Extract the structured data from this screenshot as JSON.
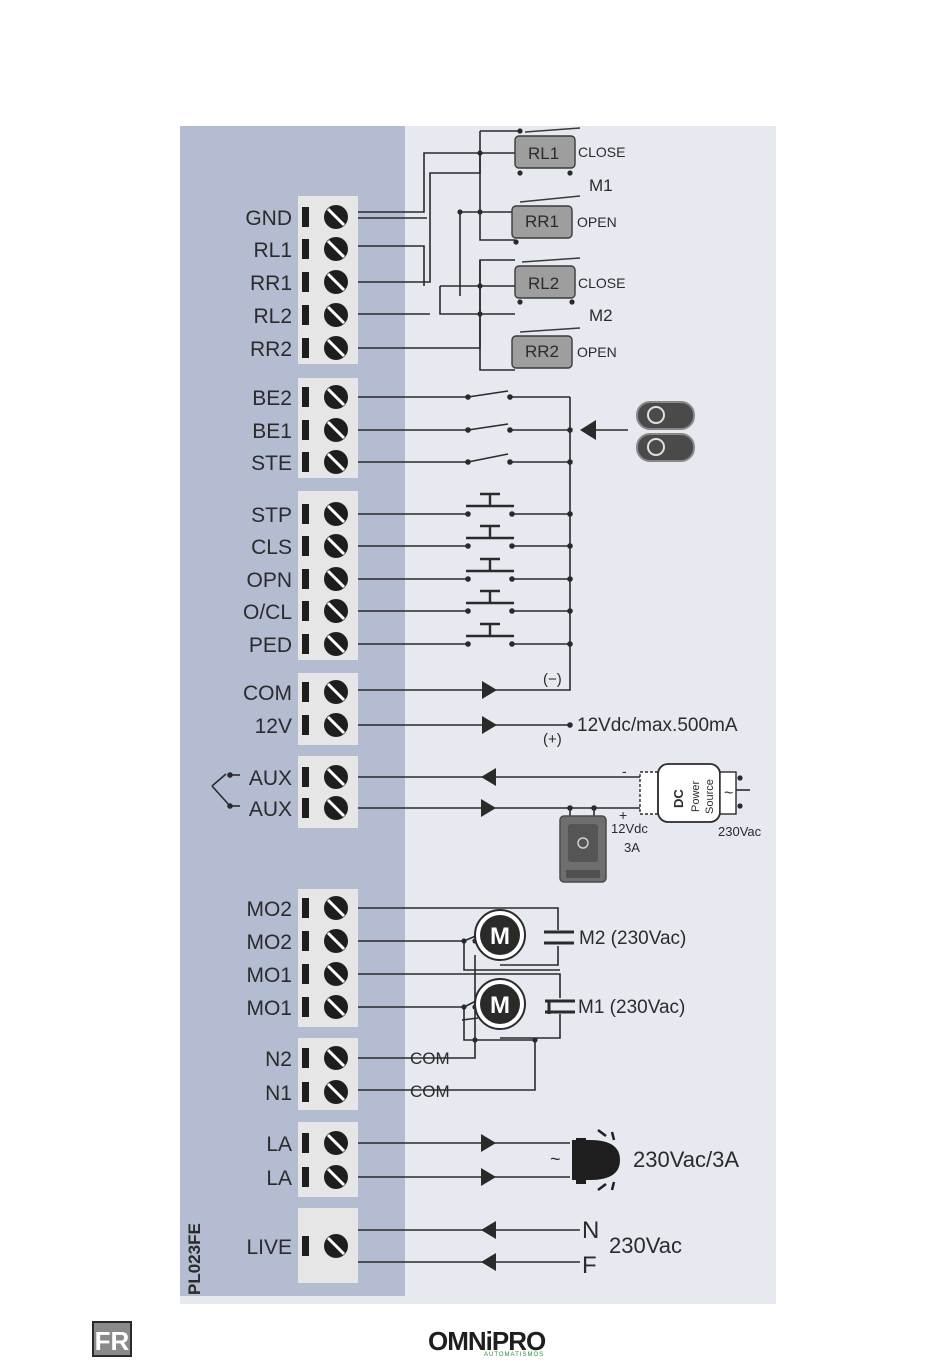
{
  "board": {
    "model": "PL023FE"
  },
  "terminals": {
    "t01": "GND",
    "t02": "RL1",
    "t03": "RR1",
    "t04": "RL2",
    "t05": "RR2",
    "t06": "BE2",
    "t07": "BE1",
    "t08": "STE",
    "t09": "STP",
    "t10": "CLS",
    "t11": "OPN",
    "t12": "O/CL",
    "t13": "PED",
    "t14": "COM",
    "t15": "12V",
    "t16": "AUX",
    "t17": "AUX",
    "t18": "MO2",
    "t19": "MO2",
    "t20": "MO1",
    "t21": "MO1",
    "t22": "N2",
    "t23": "N1",
    "t24": "LA",
    "t25": "LA",
    "t26": "LIVE"
  },
  "limit_switches": {
    "rl1": "RL1",
    "rl1_func": "CLOSE",
    "m1": "M1",
    "rr1": "RR1",
    "rr1_func": "OPEN",
    "rl2": "RL2",
    "rl2_func": "CLOSE",
    "m2": "M2",
    "rr2": "RR2",
    "rr2_func": "OPEN"
  },
  "power_out": {
    "minus": "(−)",
    "plus": "(+)",
    "spec": "12Vdc/max.500mA"
  },
  "dc_supply": {
    "line1": "DC",
    "line2": "Power",
    "line3": "Source",
    "minus_sign": "-",
    "plus_sign": "+",
    "out_volt": "12Vdc",
    "out_amp": "3A",
    "in_volt": "230Vac",
    "ac_symbol": "~"
  },
  "motors": {
    "m2_label": "M2 (230Vac)",
    "m1_label": "M1 (230Vac)",
    "com1": "COM",
    "com2": "COM",
    "motor_letter": "M"
  },
  "lamp": {
    "spec": "230Vac/3A",
    "ac_symbol": "~"
  },
  "mains": {
    "n": "N",
    "f": "F",
    "volt": "230Vac"
  },
  "footer": {
    "language": "FR",
    "brand": "OMNiPRO",
    "brand_sub": "AUTOMATISMOS"
  },
  "colors": {
    "panel_left": "#b3bcd0",
    "panel_right": "#e7e9f1",
    "terminal_block": "#e6e6e6"
  }
}
